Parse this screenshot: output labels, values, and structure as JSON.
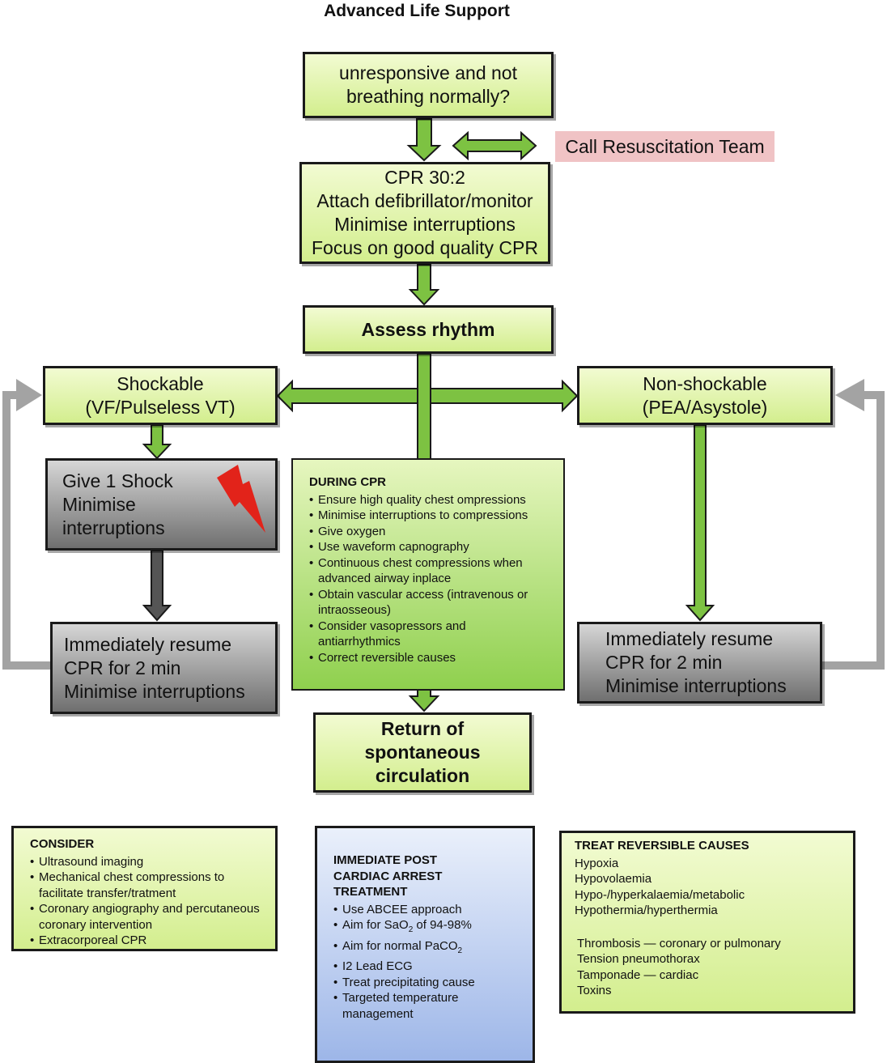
{
  "title": "Advanced Life Support",
  "nodes": {
    "unresponsive": [
      "unresponsive and not",
      "breathing normally?"
    ],
    "call_team": "Call Resuscitation Team",
    "cpr": [
      "CPR 30:2",
      "Attach defibrillator/monitor",
      "Minimise interruptions",
      "Focus on good quality CPR"
    ],
    "assess": "Assess rhythm",
    "shockable": [
      "Shockable",
      "(VF/Pulseless VT)"
    ],
    "nonshockable": [
      "Non-shockable",
      "(PEA/Asystole)"
    ],
    "shock": [
      "Give 1 Shock",
      "Minimise",
      "interruptions"
    ],
    "resume_left": [
      "Immediately resume",
      "CPR for 2 min",
      "Minimise interruptions"
    ],
    "resume_right": [
      "Immediately resume",
      "CPR for 2 min",
      "Minimise interruptions"
    ],
    "rosc": [
      "Return of",
      "spontaneous",
      "circulation"
    ]
  },
  "during_cpr": {
    "heading": "DURING CPR",
    "items": [
      "Ensure high quality chest ompressions",
      "Minimise interruptions to compressions",
      "Give oxygen",
      "Use waveform capnography",
      "Continuous chest compressions when advanced airway inplace",
      "Obtain vascular access (intravenous or intraosseous)",
      "Consider vasopressors and antiarrhythmics",
      "Correct reversible causes"
    ]
  },
  "consider": {
    "heading": "CONSIDER",
    "items": [
      "Ultrasound imaging",
      "Mechanical chest compressions to facilitate transfer/tratment",
      "Coronary angiography and percutaneous coronary intervention",
      "Extracorporeal CPR"
    ]
  },
  "post_arrest": {
    "heading": [
      "IMMEDIATE POST",
      "CARDIAC ARREST",
      "TREATMENT"
    ],
    "item_abcee": "Use ABCEE approach",
    "item_sao2": {
      "pre": "Aim for SaO",
      "sub": "2",
      "post": " of 94-98%"
    },
    "item_paco2": {
      "pre": "Aim for normal PaCO",
      "sub": "2"
    },
    "item_ecg": "I2 Lead ECG",
    "item_cause": "Treat precipitating cause",
    "item_temp": "Targeted temperature management"
  },
  "reversible": {
    "heading": "TREAT REVERSIBLE CAUSES",
    "group1": [
      "Hypoxia",
      "Hypovolaemia",
      "Hypo-/hyperkalaemia/metabolic",
      "Hypothermia/hyperthermia"
    ],
    "group2": [
      "Thrombosis — coronary or pulmonary",
      "Tension pneumothorax",
      "Tamponade — cardiac",
      "Toxins"
    ]
  },
  "colors": {
    "green_arrow": "#7dc242",
    "grey_arrow": "#8f8f8f",
    "dark_arrow": "#555555",
    "loop_line": "#a3a3a3",
    "call_bg": "#f0c3c5",
    "bolt": "#e2231a"
  }
}
